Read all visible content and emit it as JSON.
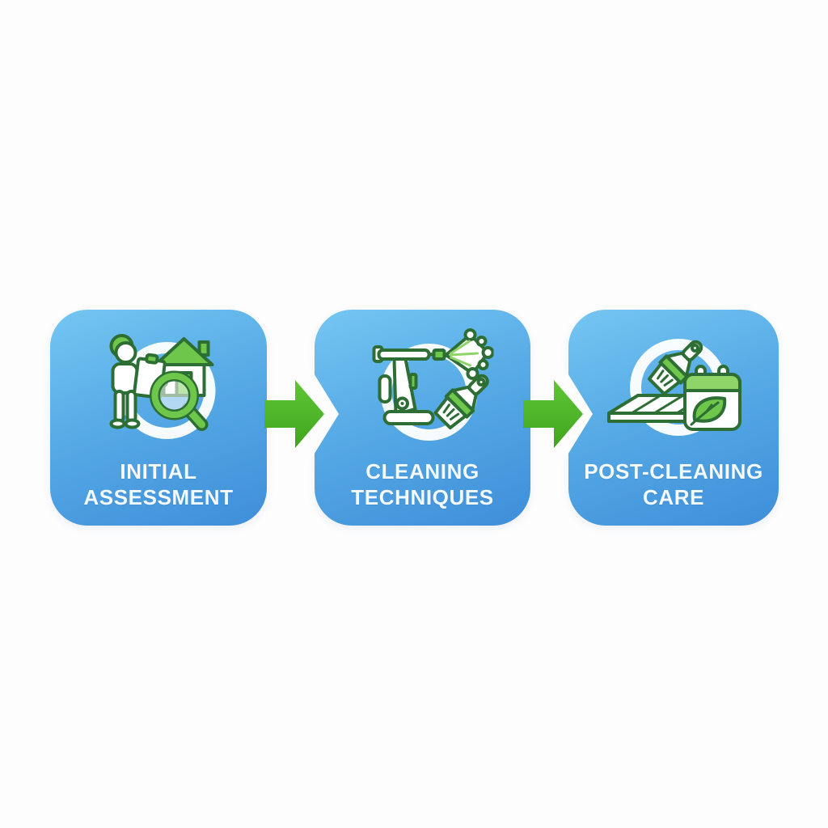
{
  "diagram": {
    "kind": "three-step-process",
    "steps": [
      {
        "label": "INITIAL\nASSESSMENT",
        "icon": "assessment-icon",
        "icon_elements": [
          "person-with-clipboard",
          "house",
          "magnifying-glass",
          "white-ring"
        ]
      },
      {
        "label": "CLEANING\nTECHNIQUES",
        "icon": "cleaning-techniques-icon",
        "icon_elements": [
          "floor-polisher",
          "duster-spray",
          "paint-brush",
          "white-ring"
        ]
      },
      {
        "label": "POST-CLEANING\nCARE",
        "icon": "post-cleaning-care-icon",
        "icon_elements": [
          "hand-brush",
          "floor-tiles",
          "calendar-with-leaf",
          "white-ring"
        ]
      }
    ],
    "connectors": [
      {
        "type": "arrow-right"
      },
      {
        "type": "arrow-right"
      }
    ],
    "colors": {
      "background": "#fdfdfe",
      "card_blue_top": "#75c6f2",
      "card_blue_bottom": "#3e8ed9",
      "arrow_green_top": "#5fc636",
      "arrow_green_bottom": "#3fa51d",
      "icon_green": "#6ec74a",
      "icon_light_green": "#8fd468",
      "icon_outline": "#2d6e34",
      "label_text": "#f3f9fd"
    }
  }
}
